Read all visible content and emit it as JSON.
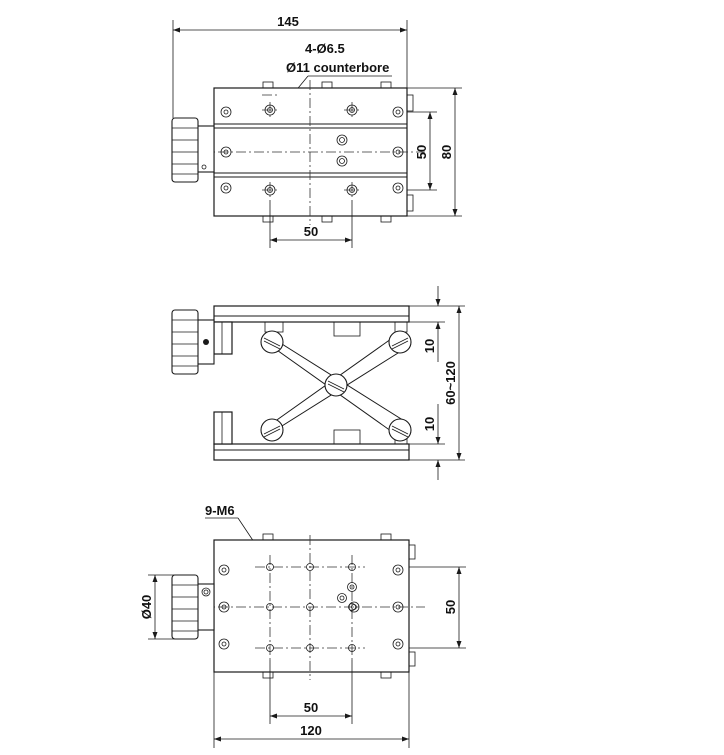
{
  "top_view": {
    "overall_width": "145",
    "hole_callout": "4-Ø6.5",
    "counterbore_callout": "Ø11 counterbore",
    "hole_spacing_y": "50",
    "plate_height": "80",
    "hole_spacing_x": "50"
  },
  "side_view": {
    "upper_offset": "10",
    "height_range": "60~120",
    "lower_offset": "10"
  },
  "bottom_view": {
    "thread_callout": "9-M6",
    "knob_diameter": "Ø40",
    "hole_spacing_y": "50",
    "hole_spacing_x": "50",
    "plate_width": "120"
  }
}
